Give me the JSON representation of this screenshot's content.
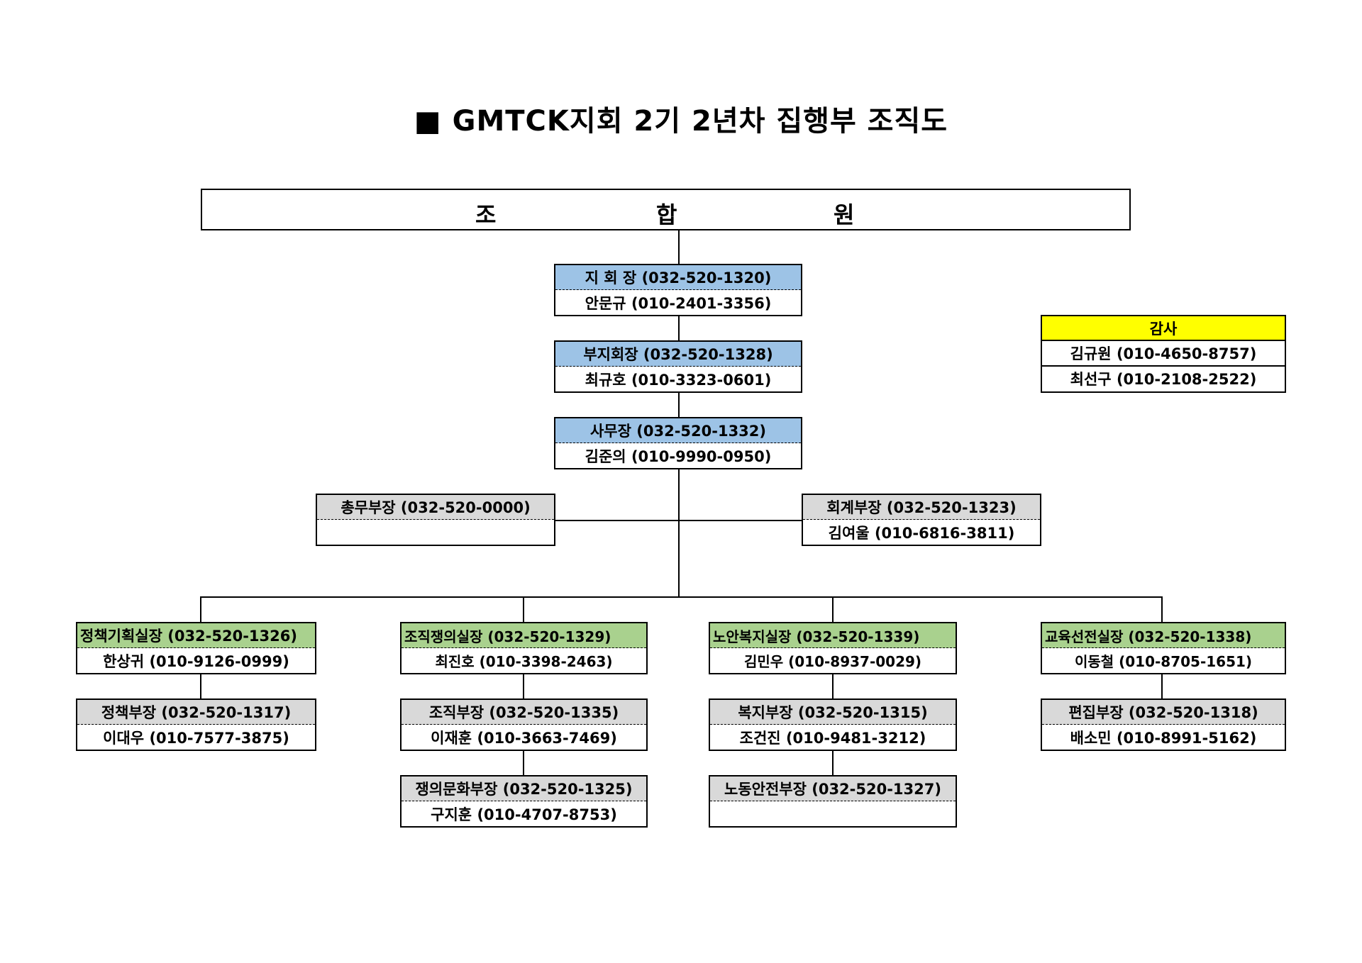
{
  "title": "■ GMTCK지회 2기 2년차 집행부 조직도",
  "members": {
    "c1": "조",
    "c2": "합",
    "c3": "원"
  },
  "chair": {
    "role": "지 회 장 (032-520-1320)",
    "person": "안문규 (010-2401-3356)"
  },
  "vice_chair": {
    "role": "부지회장 (032-520-1328)",
    "person": "최규호 (010-3323-0601)"
  },
  "secretary": {
    "role": "사무장 (032-520-1332)",
    "person": "김준의 (010-9990-0950)"
  },
  "general_affairs": {
    "role": "총무부장 (032-520-0000)",
    "person": ""
  },
  "accounting": {
    "role": "회계부장 (032-520-1323)",
    "person": "김여울 (010-6816-3811)"
  },
  "audit": {
    "role": "감사",
    "p1": "김규원 (010-4650-8757)",
    "p2": "최선구 (010-2108-2522)"
  },
  "policy_office": {
    "role": "정책기획실장 (032-520-1326)",
    "person": "한상귀 (010-9126-0999)"
  },
  "policy_dept": {
    "role": "정책부장 (032-520-1317)",
    "person": "이대우 (010-7577-3875)"
  },
  "org_office": {
    "role": "조직쟁의실장 (032-520-1329)",
    "person": "최진호 (010-3398-2463)"
  },
  "org_dept": {
    "role": "조직부장 (032-520-1335)",
    "person": "이재훈 (010-3663-7469)"
  },
  "culture_dept": {
    "role": "쟁의문화부장 (032-520-1325)",
    "person": "구지훈 (010-4707-8753)"
  },
  "welfare_office": {
    "role": "노안복지실장 (032-520-1339)",
    "person": "김민우 (010-8937-0029)"
  },
  "welfare_dept": {
    "role": "복지부장 (032-520-1315)",
    "person": "조건진 (010-9481-3212)"
  },
  "safety_dept": {
    "role": "노동안전부장 (032-520-1327)",
    "person": ""
  },
  "edu_office": {
    "role": "교육선전실장 (032-520-1338)",
    "person": "이동철 (010-8705-1651)"
  },
  "edit_dept": {
    "role": "편집부장 (032-520-1318)",
    "person": "배소민 (010-8991-5162)"
  },
  "colors": {
    "blue": "#9dc3e6",
    "gray": "#d9d9d9",
    "green": "#a9d18e",
    "yellow": "#ffff00"
  }
}
